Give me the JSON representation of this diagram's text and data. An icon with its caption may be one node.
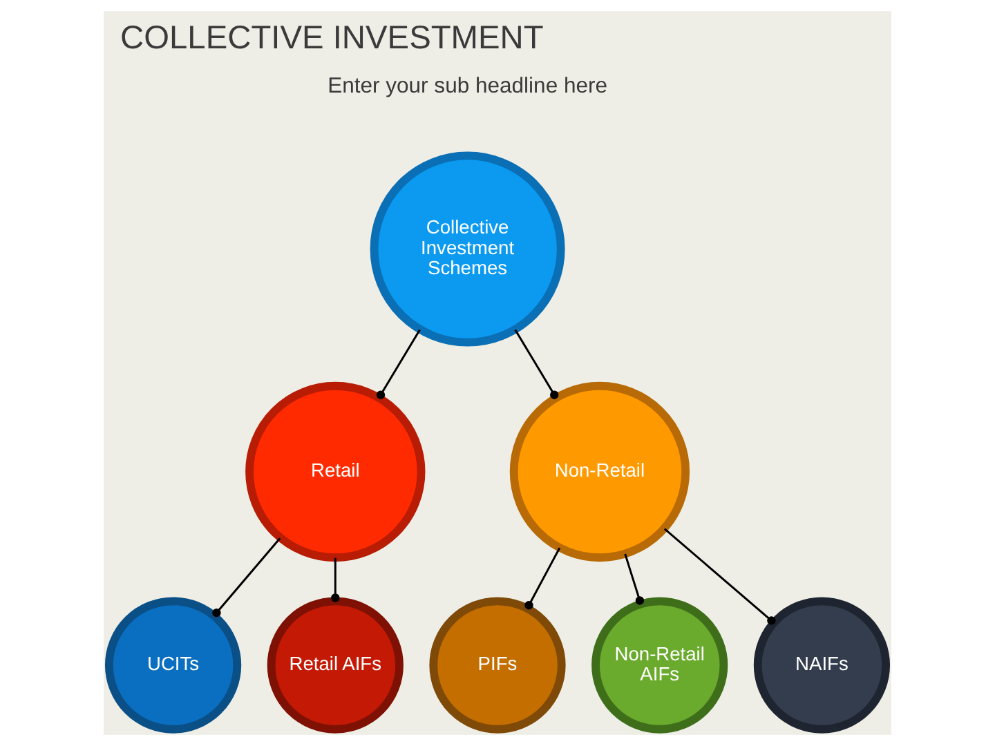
{
  "diagram": {
    "title": "COLLECTIVE INVESTMENT",
    "nodes": [
      {
        "text": [
          "Collective Investment Schemes"
        ]
      },
      {
        "text": [
          "Retail"
        ]
      },
      {
        "text": [
          "Non-Retail"
        ]
      },
      {
        "text": [
          "UCITs"
        ]
      },
      {
        "text": [
          "Retail AIFs"
        ]
      },
      {
        "text": [
          "PIFs"
        ]
      },
      {
        "text": [
          "Non-Retail AIFs"
        ]
      },
      {
        "text": [
          "NAIFs"
        ]
      }
    ],
    "edges": [
      {
        "from": 0,
        "to": 1,
        "arrow": "other"
      },
      {
        "from": 0,
        "to": 2,
        "arrow": "other"
      },
      {
        "from": 1,
        "to": 3,
        "arrow": "other"
      },
      {
        "from": 1,
        "to": 4,
        "arrow": "other"
      },
      {
        "from": 2,
        "to": 5,
        "arrow": "other"
      },
      {
        "from": 2,
        "to": 6,
        "arrow": "other"
      },
      {
        "from": 2,
        "to": 7,
        "arrow": "other"
      }
    ],
    "labels": [
      "Enter your sub headline here"
    ]
  }
}
